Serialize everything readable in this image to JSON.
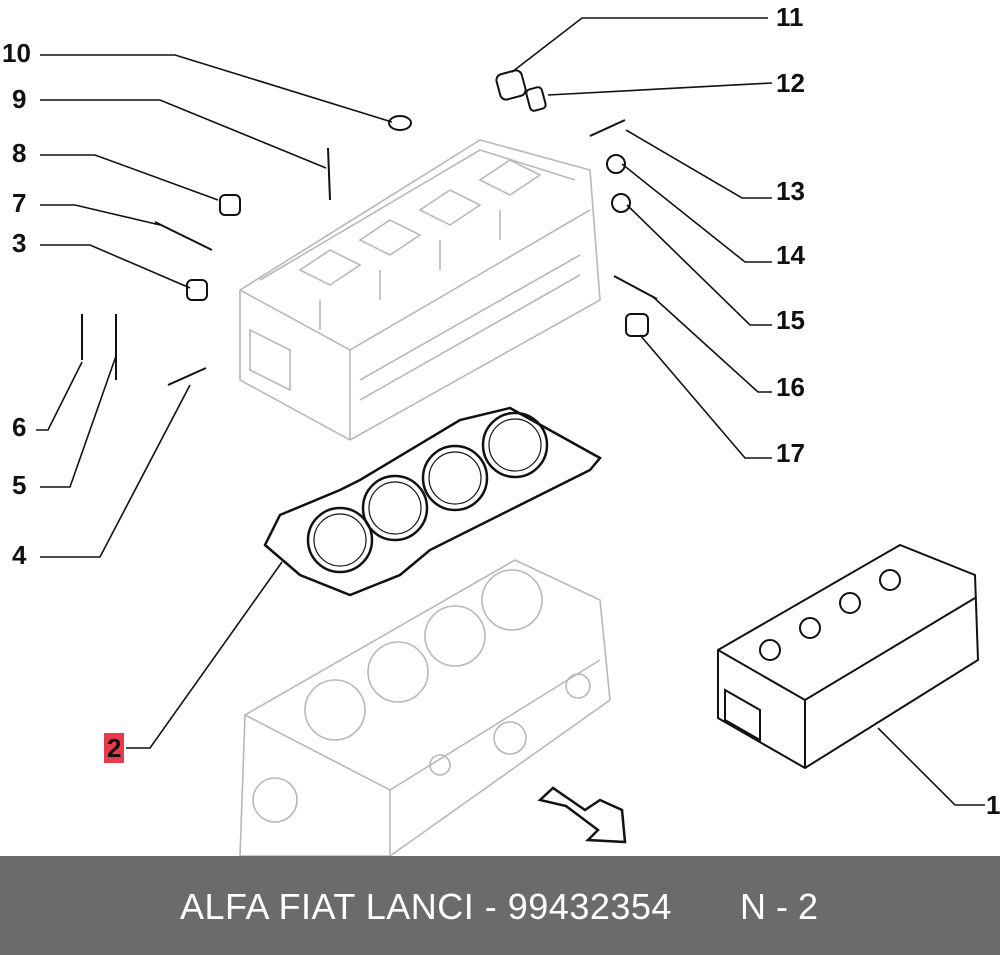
{
  "callouts": [
    {
      "id": "1",
      "label": "1",
      "highlight": false
    },
    {
      "id": "2",
      "label": "2",
      "highlight": true
    },
    {
      "id": "3",
      "label": "3",
      "highlight": false
    },
    {
      "id": "4",
      "label": "4",
      "highlight": false
    },
    {
      "id": "5",
      "label": "5",
      "highlight": false
    },
    {
      "id": "6",
      "label": "6",
      "highlight": false
    },
    {
      "id": "7",
      "label": "7",
      "highlight": false
    },
    {
      "id": "8",
      "label": "8",
      "highlight": false
    },
    {
      "id": "9",
      "label": "9",
      "highlight": false
    },
    {
      "id": "10",
      "label": "10",
      "highlight": false
    },
    {
      "id": "11",
      "label": "11",
      "highlight": false
    },
    {
      "id": "12",
      "label": "12",
      "highlight": false
    },
    {
      "id": "13",
      "label": "13",
      "highlight": false
    },
    {
      "id": "14",
      "label": "14",
      "highlight": false
    },
    {
      "id": "15",
      "label": "15",
      "highlight": false
    },
    {
      "id": "16",
      "label": "16",
      "highlight": false
    },
    {
      "id": "17",
      "label": "17",
      "highlight": false
    }
  ],
  "footer": {
    "part_text": "ALFA FIAT LANCI - 99432354",
    "ref_text": "N - 2"
  },
  "colors": {
    "footer_bg": "#6b6b6d",
    "footer_text": "#ffffff",
    "highlight": "#e53b4b",
    "line": "#111111",
    "ghost_line": "#b8b8b8"
  }
}
